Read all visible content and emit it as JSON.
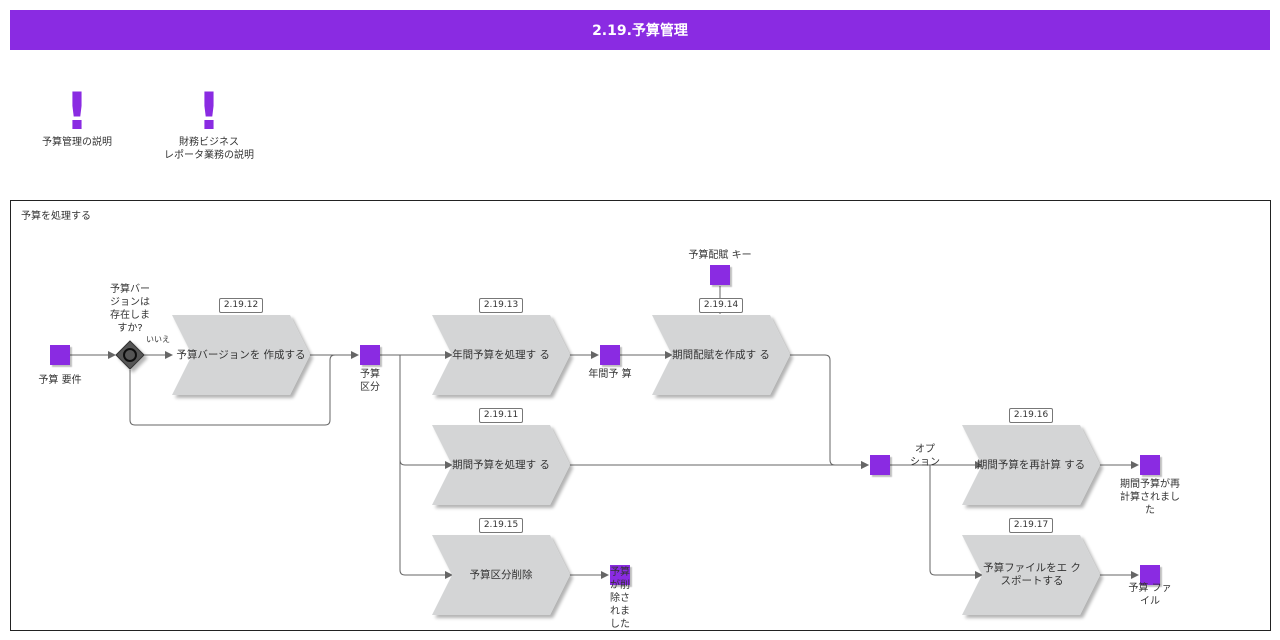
{
  "header": {
    "title": "2.19.予算管理"
  },
  "notes": [
    {
      "label": "予算管理の説明"
    },
    {
      "label_line1": "財務ビジネス",
      "label_line2": "レポータ業務の説明"
    }
  ],
  "frame": {
    "title": "予算を処理する"
  },
  "decision": {
    "question_lines": [
      "予算バー",
      "ジョンは",
      "存在しま",
      "すか?"
    ],
    "no_label": "いいえ"
  },
  "events": {
    "budget_requirement": "予算 要件",
    "budget_division_lines": [
      "予算",
      "区分"
    ],
    "annual_budget": "年間予 算",
    "allocation_key": "予算配賦 キー",
    "option_lines": [
      "オプ",
      "ション"
    ],
    "recalculated_lines": [
      "期間予算が再",
      "計算されまし",
      "た"
    ],
    "deleted_lines": [
      "予算",
      "が削",
      "除さ",
      "れま",
      "した"
    ],
    "budget_file_lines": [
      "予算 ファ",
      "イル"
    ]
  },
  "functions": [
    {
      "tag": "2.19.12",
      "label": "予算バージョンを 作成する"
    },
    {
      "tag": "2.19.13",
      "label": "年間予算を処理す る"
    },
    {
      "tag": "2.19.14",
      "label": "期間配賦を作成す る"
    },
    {
      "tag": "2.19.11",
      "label": "期間予算を処理す る"
    },
    {
      "tag": "2.19.15",
      "label": "予算区分削除"
    },
    {
      "tag": "2.19.16",
      "label": "期間予算を再計算 する"
    },
    {
      "tag": "2.19.17",
      "label": "予算ファイルをエ クスポートする"
    }
  ],
  "colors": {
    "accent": "#8a2be2",
    "chevron": "#d4d5d6",
    "line": "#666666"
  }
}
